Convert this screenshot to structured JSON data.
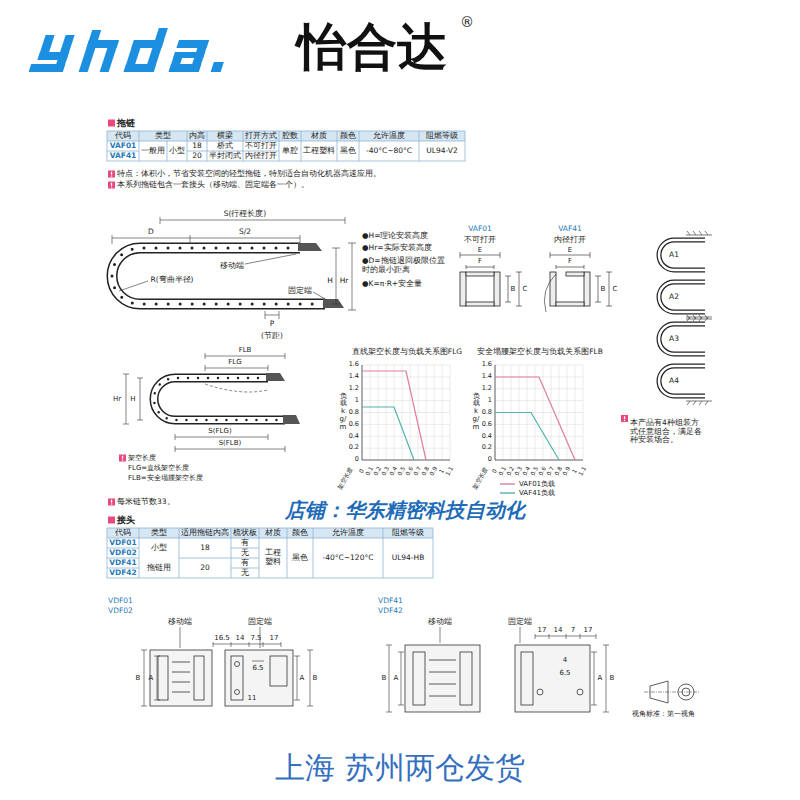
{
  "diagram": {
    "title": "怡合达",
    "labels": [
      "®",
      "拖链",
      "代码",
      "类型",
      "内高",
      "横梁",
      "打开方式",
      "腔数",
      "材质",
      "颜色",
      "允许温度",
      "阻燃等级",
      "VAF01",
      "VAF41",
      "一般用",
      "小型",
      "18",
      "20",
      "桥式",
      "半封闭式",
      "不可打开",
      "内径打开",
      "单腔",
      "工程塑料",
      "黑色",
      "-40°C~80°C",
      "UL94-V2",
      "特点：体积小，节省安装空间的轻型拖链，特别适合自动化机器高速应用。",
      "本系列拖链包含一套接头（移动端、固定端各一个）。",
      "S(行程长度)",
      "D",
      "S/2",
      "移动端",
      "R(弯曲半径)",
      "H",
      "Hr",
      "固定端",
      "P",
      "(节距)",
      "●H=理论安装高度",
      "●Hr=实际安装高度",
      "●D=拖链退回极限位置时的最小距离",
      "●K=π·R+安全量",
      "VAF01",
      "不可打开",
      "VAF41",
      "内径打开",
      "E",
      "F",
      "B",
      "C",
      "E",
      "F",
      "B",
      "C",
      "A1",
      "A2",
      "A3",
      "A4",
      "本产品有4种组装方式任意组合，满足各种安装场合。",
      "FLB",
      "FLG",
      "Hr",
      "H",
      "S(FLG)",
      "S(FLB)",
      "架空长度",
      "FLG=直线架空长度",
      "FLB=安全塌腰架空长度",
      "直线架空长度与负载关系图FLG",
      "安全塌腰架空长度与负载关系图FLB",
      "负载kg/m",
      "1.6",
      "1.4",
      "1.2",
      "1",
      "0.8",
      "0.6",
      "0.4",
      "0.2",
      "0",
      "架空长度",
      "0",
      "0.1",
      "0.2",
      "0.3",
      "0.4",
      "0.5",
      "0.6",
      "0.7",
      "0.8",
      "0.9",
      "1",
      "1.1",
      "负载kg/m",
      "1.6",
      "1.4",
      "1.2",
      "1",
      "0.8",
      "0.6",
      "0.4",
      "0.2",
      "0",
      "架空长度",
      "0",
      "0.1",
      "0.2",
      "0.3",
      "0.4",
      "0.5",
      "0.6",
      "0.7",
      "0.8",
      "0.9",
      "1",
      "1.1",
      "店铺：华东精密科技自动化",
      "每米链节数33。",
      "接头",
      "代码",
      "类型",
      "适用拖链内高",
      "梳状板",
      "材质",
      "颜色",
      "允许温度",
      "阻燃等级",
      "VDF01",
      "VDF02",
      "VDF41",
      "VDF42",
      "小型",
      "拖链用",
      "18",
      "20",
      "有",
      "无",
      "有",
      "无",
      "工程塑料",
      "黑色",
      "-40°C~120°C",
      "UL94-HB",
      "VDF01",
      "VDF02",
      "移动端",
      "固定端",
      "16.5",
      "14",
      "7.5",
      "17",
      "6.5",
      "11",
      "B",
      "A",
      "A",
      "B",
      "VDF41",
      "VDF42",
      "移动端",
      "固定端",
      "17",
      "14",
      "7",
      "17",
      "4",
      "6.5",
      "B",
      "A",
      "A",
      "B",
      "视角标准：第一视角",
      "上海 苏州两仓发货"
    ],
    "legend": [
      {
        "text": "VAF01负载"
      },
      {
        "text": "VAF41负载"
      }
    ]
  }
}
